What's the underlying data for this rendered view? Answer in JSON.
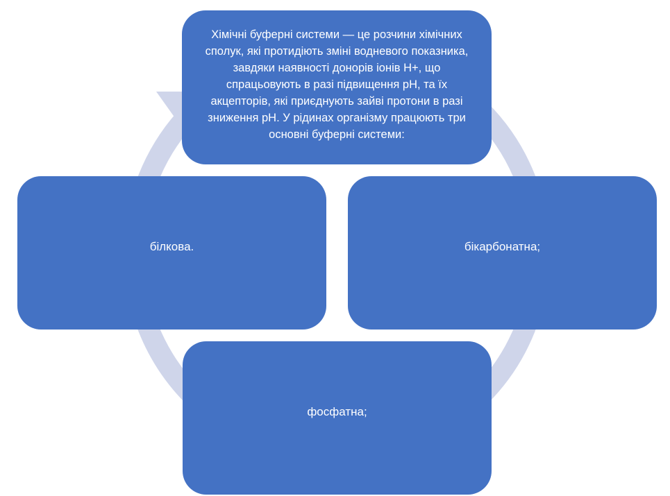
{
  "diagram": {
    "type": "cycle",
    "colors": {
      "node_fill": "#4472c4",
      "node_text": "#ffffff",
      "arrow": "#cfd5ea"
    },
    "nodes": [
      {
        "id": "center",
        "text": "Хімічні буферні системи — це розчини хімічних сполук, які протидіють зміні водневого показника, завдяки наявності донорів іонів Н+, що спрацьовують в разі підвищення рН, та їх акцепторів, які приєднують зайві протони в разі зниження рН. У рідинах організму працюють три основні буферні системи:"
      },
      {
        "id": "right",
        "text": "бікарбонатна;"
      },
      {
        "id": "bottom",
        "text": "фосфатна;"
      },
      {
        "id": "left",
        "text": "білкова."
      }
    ],
    "flow": "clockwise"
  }
}
